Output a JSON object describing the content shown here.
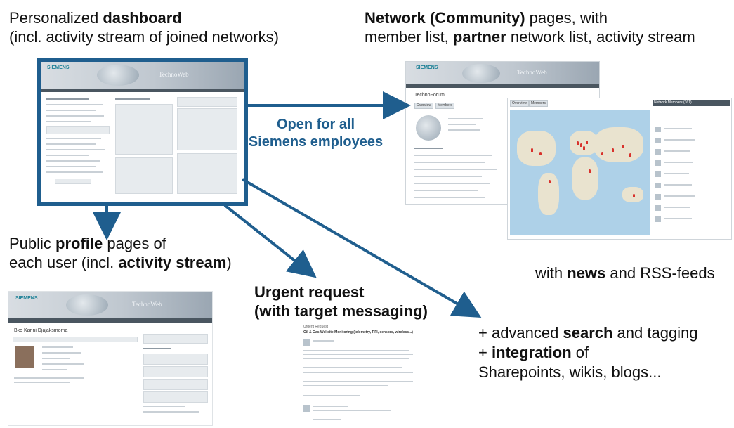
{
  "captions": {
    "dashboard_pre": "Personalized ",
    "dashboard_bold": "dashboard",
    "dashboard_line2": "(incl. activity stream of joined networks)",
    "network_bold1": "Network (Community)",
    "network_mid": " pages, with",
    "network_line2_pre": "member list, ",
    "network_bold2": "partner",
    "network_line2_post": " network list, activity stream",
    "profile_pre": "Public ",
    "profile_bold": "profile",
    "profile_post": " pages of",
    "profile_line2_pre": "each user (incl. ",
    "profile_bold2": "activity stream",
    "profile_line2_post": ")",
    "news_pre": "with ",
    "news_bold": "news",
    "news_post": " and RSS-feeds",
    "search_pre": "+ advanced ",
    "search_bold": "search",
    "search_post": " and tagging",
    "integration_pre": "+ ",
    "integration_bold": "integration",
    "integration_post": " of",
    "integration_line3": "Sharepoints, wikis, blogs...",
    "urgent_line1": "Urgent request",
    "urgent_line2": "(with target messaging)"
  },
  "open_label": {
    "line1": "Open for all",
    "line2": "Siemens employees"
  },
  "screens": {
    "logo": "SIEMENS",
    "brand": "TechnoWeb",
    "network_title": "TechnoForum",
    "network_tab_overview": "Overview",
    "network_tab_members": "Members",
    "members_header": "Network Members (361)",
    "profile_name": "Bko Karini Djajaksmoma",
    "urgent_title": "Oil & Gas Wellsite Monitoring (telemetry, RFI, sensors, wireless...)",
    "urgent_label": "Urgent Request"
  },
  "colors": {
    "arrow": "#1f5e8e",
    "frame": "#1f5e8e",
    "open_text": "#1f5e8e"
  }
}
